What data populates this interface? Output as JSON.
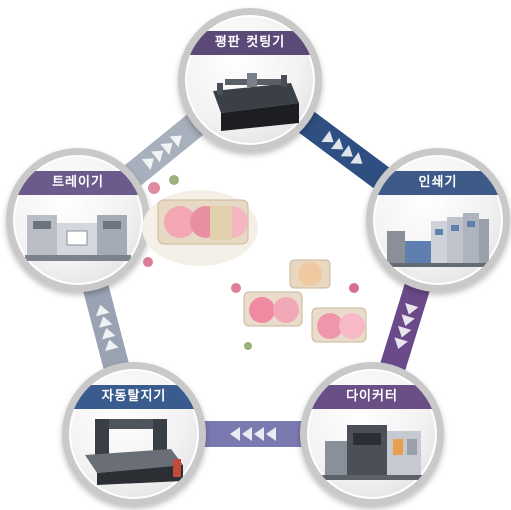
{
  "diagram": {
    "nodes": [
      {
        "id": "flatbed",
        "label": "평판 컷팅기",
        "label_color": "#5b4a78",
        "icon": "flatbed-cutter-icon"
      },
      {
        "id": "printer",
        "label": "인쇄기",
        "label_color": "#3d5a88",
        "icon": "printing-press-icon"
      },
      {
        "id": "diecutter",
        "label": "다이커터",
        "label_color": "#6a4f86",
        "icon": "die-cutter-icon"
      },
      {
        "id": "stripper",
        "label": "자동탈지기",
        "label_color": "#3a5b8e",
        "icon": "auto-stripping-machine-icon"
      },
      {
        "id": "tray",
        "label": "트레이기",
        "label_color": "#6b5a8c",
        "icon": "tray-forming-machine-icon"
      }
    ],
    "connectors": [
      {
        "from": "flatbed",
        "to": "printer",
        "color": "#2f4f82"
      },
      {
        "from": "printer",
        "to": "diecutter",
        "color": "#6b4a8a"
      },
      {
        "from": "diecutter",
        "to": "stripper",
        "color": "#7a7ab0"
      },
      {
        "from": "stripper",
        "to": "tray",
        "color": "#9aa3b3"
      },
      {
        "from": "tray",
        "to": "flatbed",
        "color": "#a8b0bd"
      }
    ],
    "center_image": "macaron-packaging-photo"
  }
}
